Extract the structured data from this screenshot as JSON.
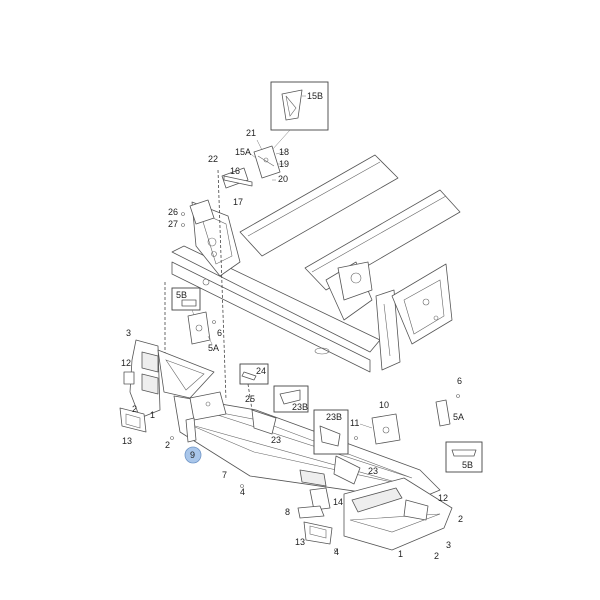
{
  "callouts": {
    "c15B": "15B",
    "c21": "21",
    "c15A": "15A",
    "c18": "18",
    "c19": "19",
    "c20": "20",
    "c22": "22",
    "c16": "16",
    "c17": "17",
    "c26": "26",
    "c27": "27",
    "c5B_left": "5B",
    "c6_left": "6",
    "c5A_left": "5A",
    "c3_left": "3",
    "c12_left": "12",
    "c1_left": "1",
    "c2_left_a": "2",
    "c13_left": "13",
    "c2_left_b": "2",
    "c9": "9",
    "c24": "24",
    "c25": "25",
    "c23B_a": "23B",
    "c23_a": "23",
    "c23B_b": "23B",
    "c10": "10",
    "c11": "11",
    "c23_b": "23",
    "c6_right": "6",
    "c5A_right": "5A",
    "c5B_right": "5B",
    "c7": "7",
    "c4_a": "4",
    "c14": "14",
    "c8": "8",
    "c4_b": "4",
    "c13_right": "13",
    "c12_right": "12",
    "c2_right_a": "2",
    "c2_right_b": "2",
    "c3_right": "3",
    "c1_right": "1"
  },
  "highlight_color": "#a9c6ea"
}
